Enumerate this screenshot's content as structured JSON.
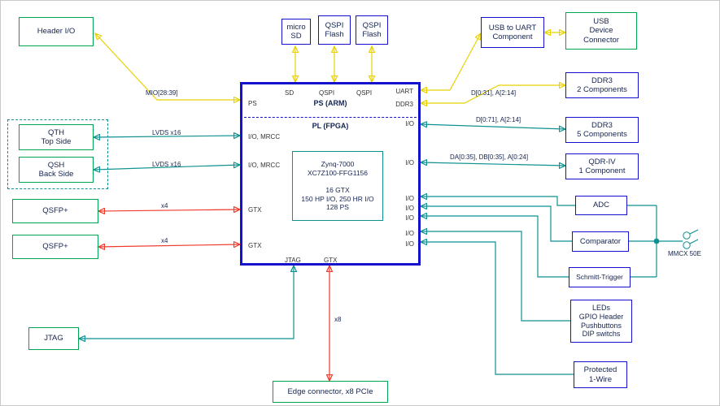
{
  "colors": {
    "green": "#00a44f",
    "blue": "#1412cc",
    "teal": "#0f9191",
    "yellow": "#e8d200",
    "red": "#f0392a",
    "text": "#16244f"
  },
  "boxes": {
    "header_io": "Header I/O",
    "micro_sd": "micro\nSD",
    "qspi_flash_1": "QSPI\nFlash",
    "qspi_flash_2": "QSPI\nFlash",
    "usb_uart": "USB to UART\nComponent",
    "usb_device": "USB\nDevice\nConnector",
    "ddr3_2": "DDR3\n2 Components",
    "ddr3_5": "DDR3\n5 Components",
    "qdr_iv": "QDR-IV\n1 Component",
    "qth": "QTH\nTop Side",
    "qsh": "QSH\nBack Side",
    "qsfp_1": "QSFP+",
    "qsfp_2": "QSFP+",
    "jtag": "JTAG",
    "adc": "ADC",
    "comparator": "Comparator",
    "schmitt": "Schmitt-Trigger",
    "leds": "LEDs\nGPIO Header\nPushbuttons\nDIP switchs",
    "protected_1wire": "Protected\n1-Wire",
    "edge_connector": "Edge connector, x8 PCIe"
  },
  "chip": {
    "ps_label": "PS (ARM)",
    "pl_label": "PL (FPGA)",
    "core_text": "Zynq-7000\nXC7Z100-FFG1156\n\n16 GTX\n150 HP I/O, 250 HR I/O\n128 PS",
    "ports": {
      "ps": "PS",
      "sd": "SD",
      "qspi": "QSPI",
      "uart": "UART",
      "ddr3": "DDR3",
      "io": "I/O",
      "io_mrcc": "I/O, MRCC",
      "gtx": "GTX",
      "jtag": "JTAG"
    }
  },
  "bus_labels": {
    "mio": "MIO[28:39]",
    "ddr3_2": "D[0:31], A[2:14]",
    "ddr3_5": "D[0:71], A[2:14]",
    "qdr": "DA[0:35], DB[0:35], A[0:24]",
    "lvds_top": "LVDS x16",
    "lvds_back": "LVDS x16",
    "x4_top": "x4",
    "x4_bottom": "x4",
    "x8": "x8",
    "mmcx": "MMCX 50E"
  }
}
